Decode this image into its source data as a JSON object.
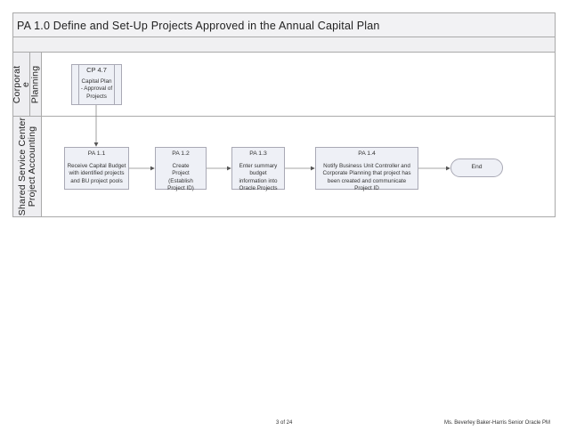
{
  "title": "PA 1.0 Define and Set-Up Projects Approved in the Annual Capital Plan",
  "lanes": [
    {
      "label_lines": [
        "Corporat",
        "e",
        "Planning"
      ]
    },
    {
      "label_lines": [
        "Shared Service Center",
        "Project Accounting"
      ]
    }
  ],
  "steps": {
    "cp47": {
      "id": "CP 4.7",
      "text": "Capital Plan - Approval of Projects"
    },
    "pa11": {
      "id": "PA 1.1",
      "text": "Receive Capital Budget with identified projects and BU project pools"
    },
    "pa12": {
      "id": "PA 1.2",
      "text": "Create Project (Establish Project ID)"
    },
    "pa13": {
      "id": "PA 1.3",
      "text": "Enter summary budget information into Oracle Projects"
    },
    "pa14": {
      "id": "PA 1.4",
      "text": "Notify Business Unit Controller and Corporate Planning that project has been created and communicate Project ID"
    },
    "end": {
      "text": "End"
    }
  },
  "footer": {
    "page": "3 of 24",
    "author": "Ms. Beverley Baker-Harris Senior Oracle PM"
  },
  "colors": {
    "box_fill": "#eef0f6",
    "header_fill": "#f2f2f4",
    "border": "#aaaaaa"
  }
}
